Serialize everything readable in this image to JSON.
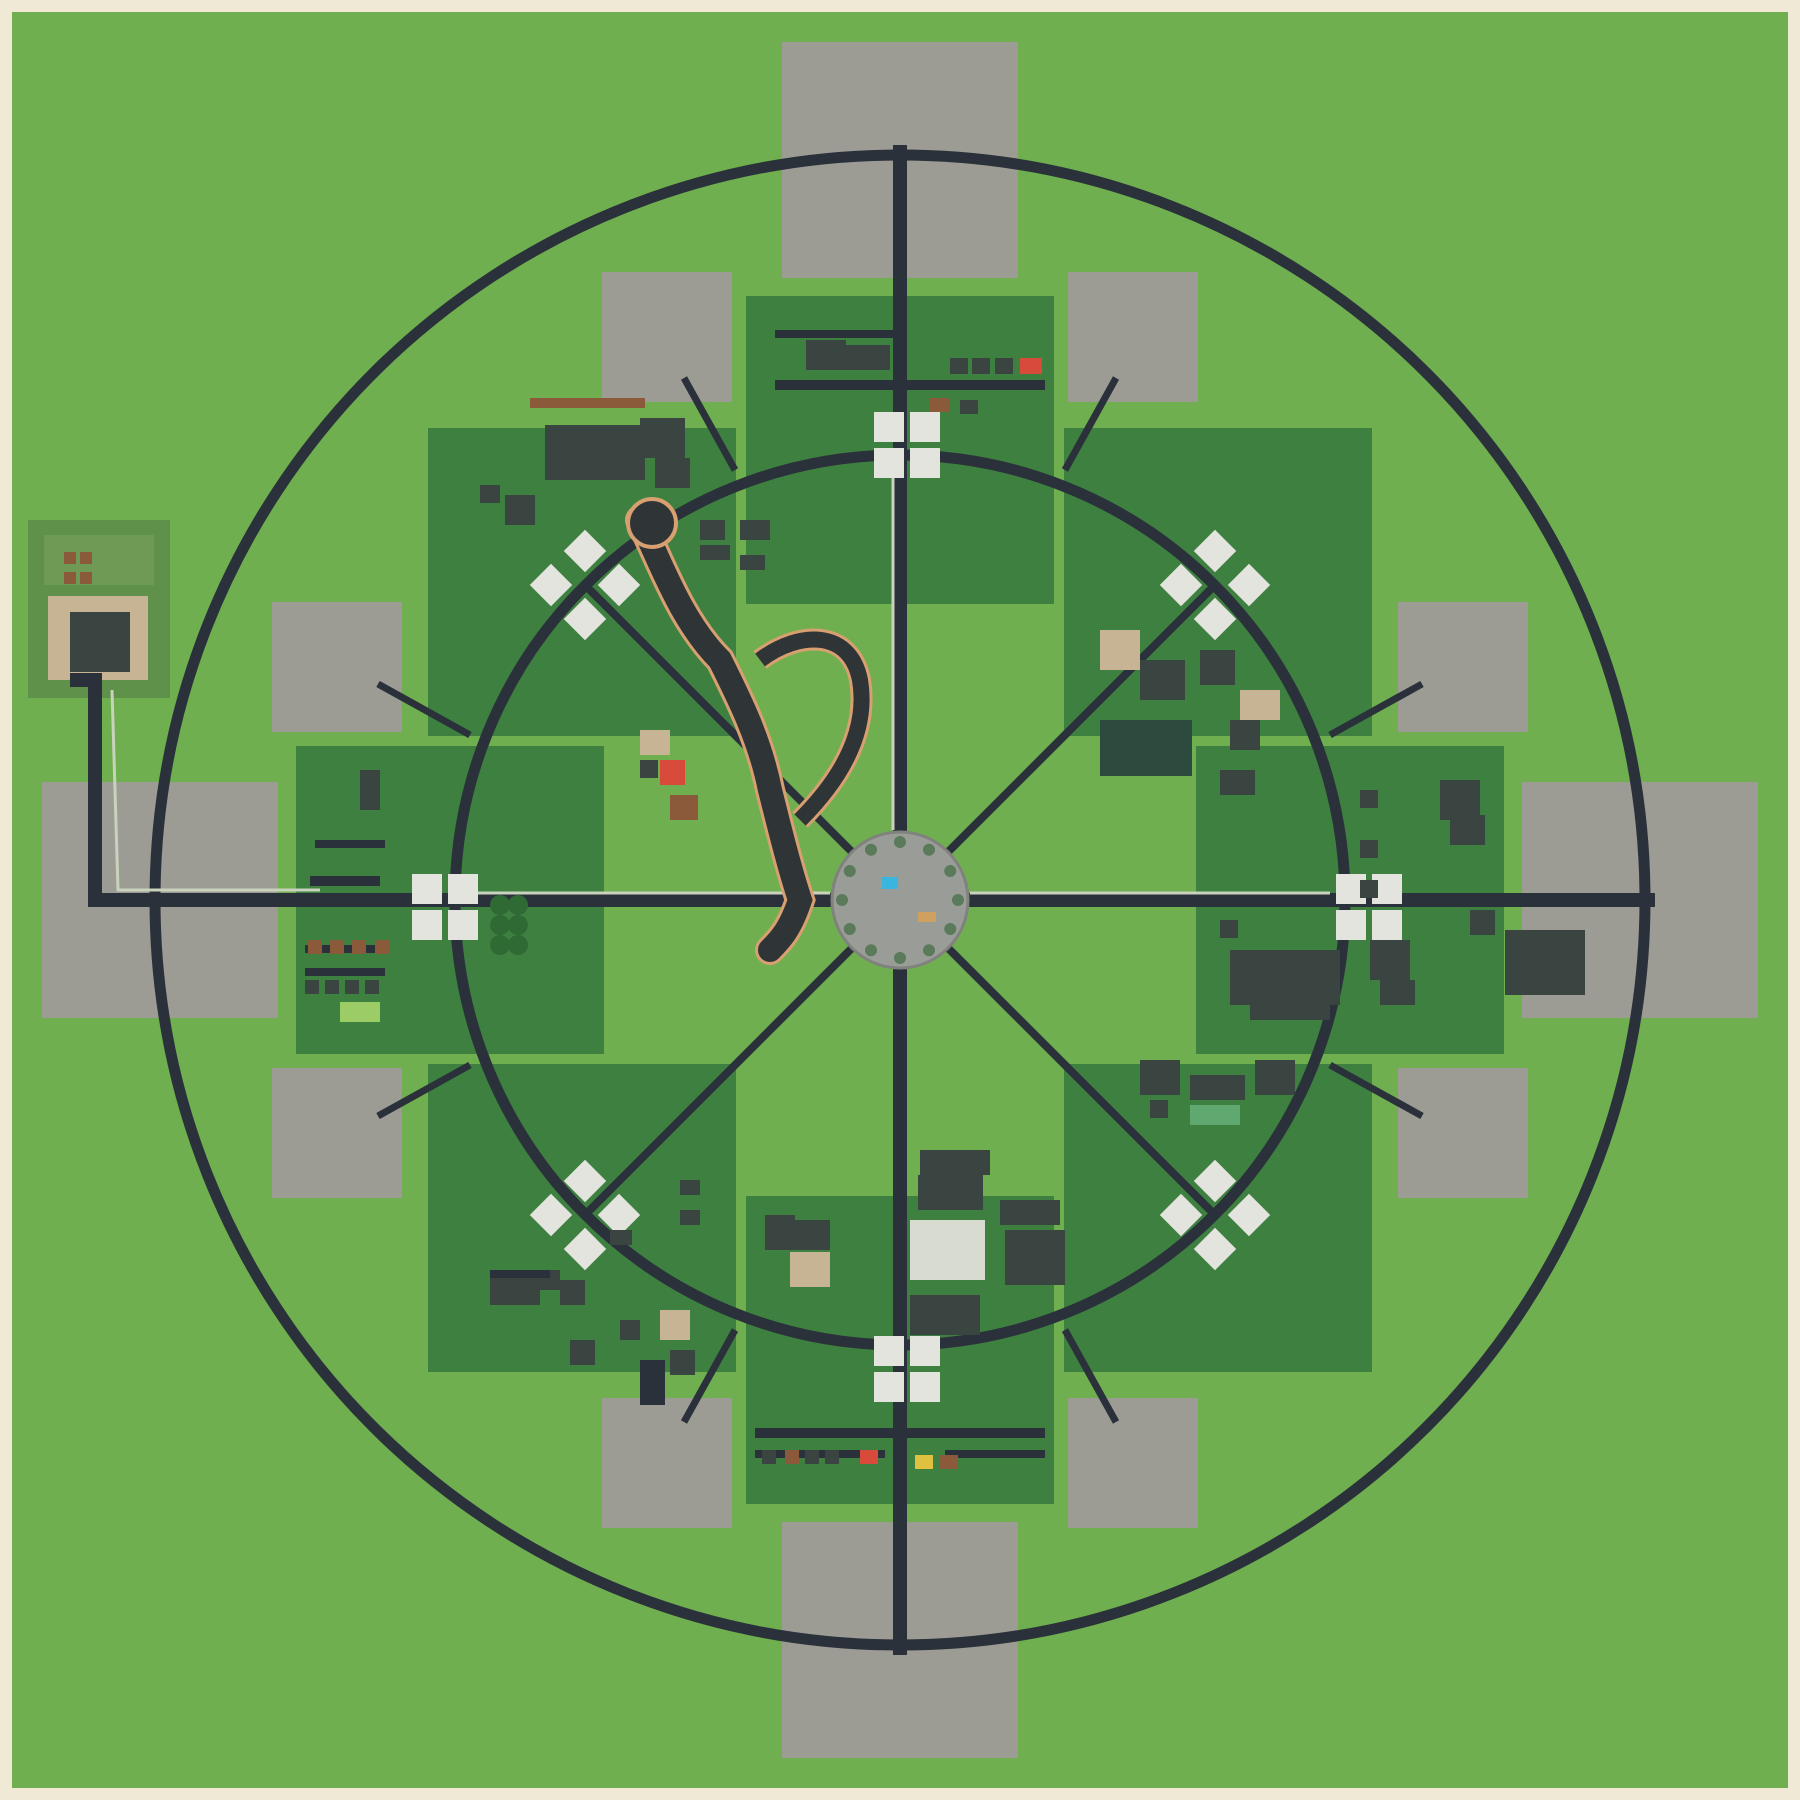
{
  "map": {
    "colors": {
      "frame": "#efe9d6",
      "grass": "#6faf4f",
      "district": "#3e8040",
      "lot": "#9c9c94",
      "road": "#2b313a",
      "path": "#c8d2bc",
      "plaza": "#9a9c98",
      "pad": "#e3e4de",
      "building": "#3a4542",
      "building_roof": "#2e3836",
      "tree": "#2f6a34",
      "track": "#2f3436",
      "track_edge": "#d8a070",
      "farm": "#5d8c49",
      "house_tan": "#c7b494",
      "roof_red": "#d84a3a",
      "roof_brown": "#8a5a3a",
      "pool": "#38b6e0"
    },
    "layers": [
      "grass-field",
      "outer-ring-road",
      "inner-ring-road",
      "radial-avenues",
      "district-blocks",
      "empty-lots",
      "central-plaza",
      "winding-track",
      "farm-compound"
    ]
  }
}
